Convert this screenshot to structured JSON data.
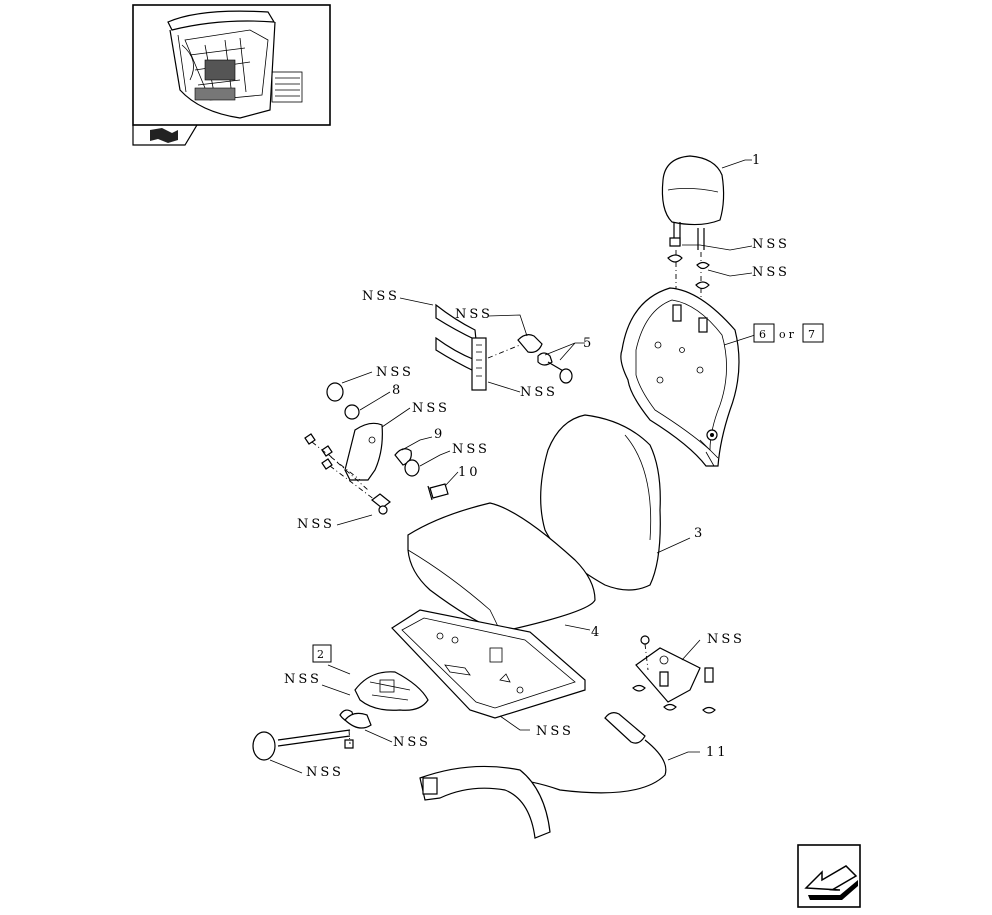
{
  "diagram": {
    "labels": {
      "part_1": "1",
      "part_2": "2",
      "part_3": "3",
      "part_4": "4",
      "part_5": "5",
      "part_6": "6",
      "or": "or",
      "part_7": "7",
      "part_8": "8",
      "part_9": "9",
      "part_10": "10",
      "part_11": "11",
      "nss": "NSS"
    }
  },
  "icons": {
    "thumbnail": "cab-thumbnail-icon",
    "book_tab": "book-tab-icon",
    "nav_arrow": "next-page-arrow-icon"
  },
  "colors": {
    "ink": "#000000",
    "background": "#ffffff"
  }
}
